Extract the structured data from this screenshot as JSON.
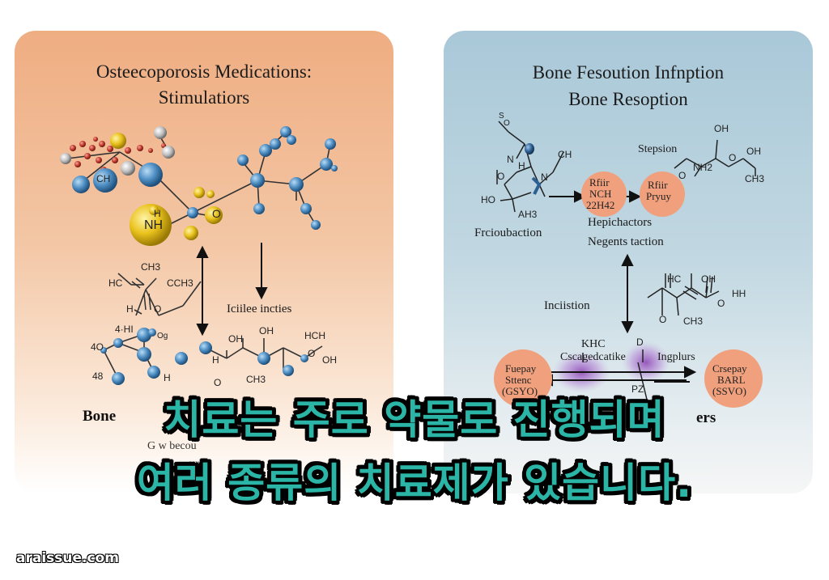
{
  "left_panel": {
    "title_line1": "Osteecoporosis Medications:",
    "title_line2": "Stimulatiors",
    "label_nh": "NH",
    "label_h_top": "H",
    "label_o_top": "O",
    "label_oh_small": "CH",
    "label_ch3": "CH3",
    "label_hc": "HC",
    "label_cch3": "CCH3",
    "label_h_left": "H",
    "label_o_left": "O",
    "label_mid_caption": "Iciilee incties",
    "label_4hi": "4·HI",
    "label_4o": "4O",
    "label_48": "48",
    "label_og": "Og",
    "label_h_bottom": "H",
    "label_oh_1": "OH",
    "label_oh_2": "OH",
    "label_h_chain": "H",
    "label_o_chain": "O",
    "label_ch3_chain": "CH3",
    "label_hch": "HCH",
    "label_o_r": "O",
    "label_oh_r": "OH",
    "label_bone": "Bone",
    "label_bottom_1": "G  w  becou",
    "label_bottom_2": "ur  F"
  },
  "right_panel": {
    "title_line1": "Bone Fesoution Infnption",
    "title_line2": "Bone Resoption",
    "label_so": "S",
    "label_o1": "O",
    "label_n": "N",
    "label_h": "H",
    "label_ch": "CH",
    "label_n2": "N",
    "label_ho": "HO",
    "label_o_ring": "O",
    "label_ah3": "AH3",
    "label_fraction": "Frcioubaction",
    "circle1_line1": "Rfiir",
    "circle1_line2": "NCH",
    "circle1_line3": "22H42",
    "circle2_line1": "Rfiir",
    "circle2_line2": "Pryuy",
    "label_stepsion": "Stepsion",
    "label_nh2": "NH2",
    "label_oh_tr": "OH",
    "label_o_tr": "O",
    "label_oh_tr2": "OH",
    "label_ch3_tr": "CH3",
    "label_o_tr3": "O",
    "label_hepich": "Hepichactors",
    "label_negents": "Negents taction",
    "label_incistion": "Inciistion",
    "label_hc_mid": "HC",
    "label_oh_mid": "OH",
    "label_hh": "HH",
    "label_o_mid": "O",
    "label_ch3_mid": "CH3",
    "label_o_mid2": "O",
    "label_khc": "KHC",
    "label_cscage": "Cscagedcatike",
    "label_ingplurs": "Ingplurs",
    "label_pz": "PZ",
    "label_d": "D",
    "circle3_line1": "Fuepay",
    "circle3_line2": "Sttenc",
    "circle3_line3": "(GSYO)",
    "circle4_line1": "Crsepay",
    "circle4_line2": "BARL",
    "circle4_line3": "(SSVO)",
    "label_r": "R",
    "label_ers": "ers"
  },
  "caption": {
    "line1": "치료는 주로 약물로 진행되며",
    "line2": "여러 종류의 치료제가 있습니다."
  },
  "watermark": "araissue.com",
  "colors": {
    "left_panel_top": "#efad82",
    "right_panel_top": "#a9c8d8",
    "atom_blue": "#4f8fc4",
    "atom_yellow": "#e9c21d",
    "atom_red": "#c0392b",
    "circle_salmon": "#f0a07c",
    "caption_teal": "#2bb5a7",
    "glow_purple": "#8a3fb0"
  }
}
